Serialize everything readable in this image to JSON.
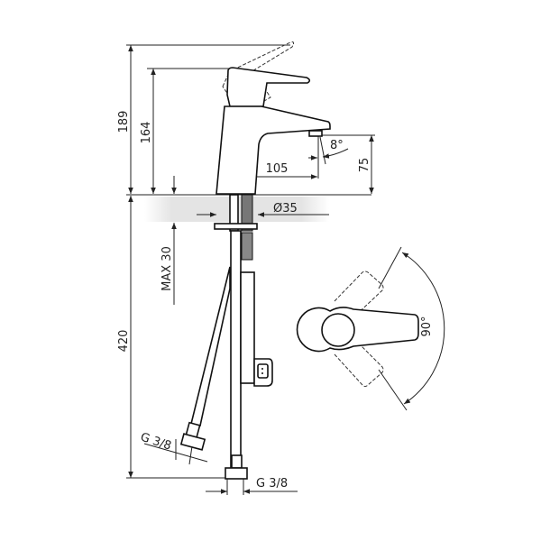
{
  "dimensions": {
    "total_height": "189",
    "handle_height": "164",
    "spout_height": "75",
    "spout_reach": "105",
    "spout_angle": "8°",
    "hole_diameter": "Ø35",
    "max_deck_thickness": "MAX 30",
    "hose_length": "420",
    "hose_connection": "G 3/8",
    "outlet_connection": "G 3/8",
    "lever_rotation": "90°"
  },
  "colors": {
    "line": "#222222",
    "shade": "#e6e6e6"
  }
}
